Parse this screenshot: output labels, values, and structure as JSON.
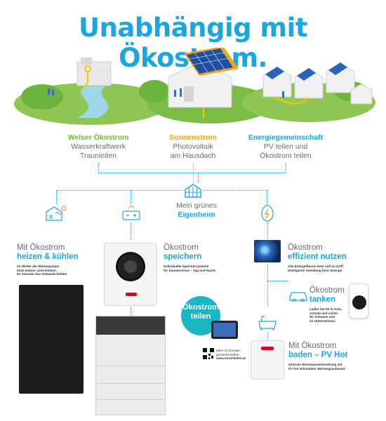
{
  "title": "Unabhängig mit Ökostrom.",
  "sources": [
    {
      "head": "Welser Ökostrom",
      "line1": "Wasserkraftwerk",
      "line2": "Traunleiten"
    },
    {
      "head": "Sonnenstrom",
      "line1": "Photovoltaik",
      "line2": "am Hausdach"
    },
    {
      "head": "Energiegemeinschaft",
      "line1": "PV teilen und",
      "line2": "Ökostrom teilen"
    }
  ],
  "hub": {
    "line1": "Mein grünes",
    "line2": "Eigenheim"
  },
  "heat": {
    "line1": "Mit Ökostrom",
    "line2": "heizen & kühlen",
    "desc1": "Im Winter die Wärmepumpe",
    "desc2": "beim Heizen unterstützen.",
    "desc3": "Im Sommer das Gebäude kühlen."
  },
  "store": {
    "line1": "Ökostrom",
    "line2": "speichern",
    "desc1": "Individuelle Speichersysteme",
    "desc2": "für Sonnenstrom – Tag und Nacht."
  },
  "efficient": {
    "line1": "Ökostrom",
    "line2": "effizient nutzen",
    "desc1": "Alle Energieflüsse stets voll im Griff.",
    "desc2": "Intelligente Verteilung Ihrer Energie."
  },
  "charge": {
    "line1": "Ökostrom",
    "line2": "tanken",
    "desc1": "Laden Sie Ihr E-Auto,",
    "desc2": "schnell und sicher",
    "desc3": "für Zuhause und",
    "desc4": "im Unternehmen."
  },
  "hot": {
    "line1": "Mit Ökostrom",
    "line2": "baden – PV Hot",
    "desc1": "Zentrale Warmwasserbereitung mit",
    "desc2": "PV bei minimalem Wartungsaufwand."
  },
  "share": {
    "line1": "Ökostrom",
    "line2": "teilen",
    "qr1": "Mehr zu Energie-",
    "qr2": "gemeinschaften:",
    "qr3": "www.stromteilen.at"
  },
  "colors": {
    "accent": "#1aa6e0",
    "green": "#6dbd2e",
    "orange": "#f4a21a",
    "teal": "#18b7c4",
    "brand_red": "#e2001a"
  }
}
